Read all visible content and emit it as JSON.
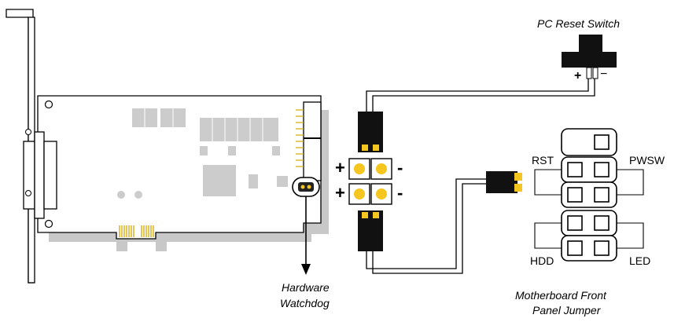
{
  "labels": {
    "pc_reset_switch": "PC Reset Switch",
    "reset_plus": "+",
    "reset_minus": "−",
    "hardware_watchdog_line1": "Hardware",
    "hardware_watchdog_line2": "Watchdog",
    "motherboard_line1": "Motherboard Front",
    "motherboard_line2": "Panel Jumper",
    "rst": "RST",
    "pwsw": "PWSW",
    "hdd": "HDD",
    "led": "LED",
    "upper_plus": "+",
    "upper_minus": "-",
    "lower_plus": "+",
    "lower_minus": "-"
  },
  "colors": {
    "board_shadow": "#c8c8c8",
    "board": "#ffffff",
    "outline": "#000000",
    "chip": "#cccccc",
    "gold": "#f2c61f",
    "led_yellow": "#f5c520",
    "connector_black": "#111111"
  }
}
